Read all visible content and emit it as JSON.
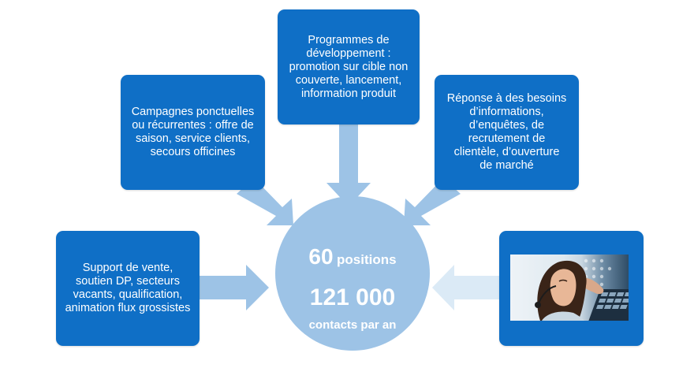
{
  "boxes": {
    "top": "Programmes de\ndéveloppement :\npromotion sur cible non\ncouverte, lancement,\ninformation produit",
    "left": "Campagnes ponctuelles\nou récurrentes : offre de\nsaison, service clients,\nsecours officines",
    "right": "Réponse  à des besoins\nd’informations,\nd’enquêtes, de\nrecrutement de\nclientèle, d’ouverture\nde marché",
    "bottom_left": "Support de vente,\nsoutien DP, secteurs\nvacants, qualification,\nanimation flux grossistes"
  },
  "center": {
    "positions_number": "60",
    "positions_label": "positions",
    "contacts_number": "121 000",
    "contacts_label": "contacts par an"
  },
  "colors": {
    "box": "#0f6fc6",
    "circle": "#9dc3e6",
    "arrow": "#9dc3e6",
    "arrow_light": "#dbeaf6"
  },
  "icons": {
    "photo": "call-center-agent-photo"
  }
}
